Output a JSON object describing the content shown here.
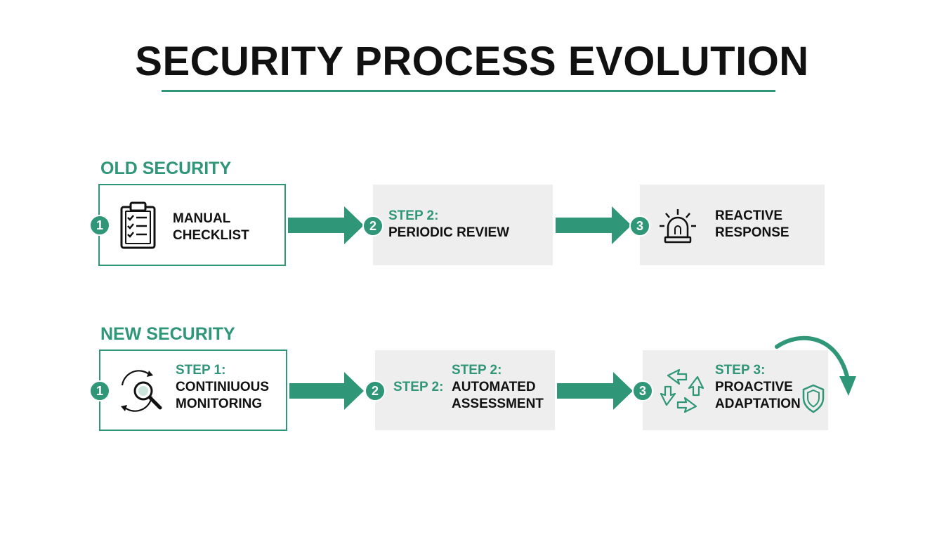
{
  "title": "SECURITY PROCESS EVOLUTION",
  "colors": {
    "accent": "#2f9677",
    "box_fill": "#eeeeee",
    "text": "#111111"
  },
  "old": {
    "label": "OLD SECURITY",
    "steps": [
      {
        "badge": "1",
        "icon": "clipboard-checklist-icon",
        "line1": "MANUAL",
        "line2": "CHECKLIST"
      },
      {
        "badge": "2",
        "heading": "STEP 2:",
        "line1": "PERIODIC REVIEW"
      },
      {
        "badge": "3",
        "icon": "alarm-siren-icon",
        "line1": "REACTIVE",
        "line2": "RESPONSE"
      }
    ]
  },
  "new": {
    "label": "NEW SECURITY",
    "steps": [
      {
        "badge": "1",
        "icon": "magnifier-cycle-icon",
        "heading": "STEP 1:",
        "line1": "CONTINIUOUS",
        "line2": "MONITORING"
      },
      {
        "badge": "2",
        "prefix": "STEP 2:",
        "heading": "STEP 2:",
        "line1": "AUTOMATED",
        "line2": "ASSESSMENT"
      },
      {
        "badge": "3",
        "icon": "cycle-arrows-icon",
        "heading": "STEP 3:",
        "line1": "PROACTIVE",
        "line2": "ADAPTATION",
        "icon2": "shield-icon"
      }
    ]
  }
}
